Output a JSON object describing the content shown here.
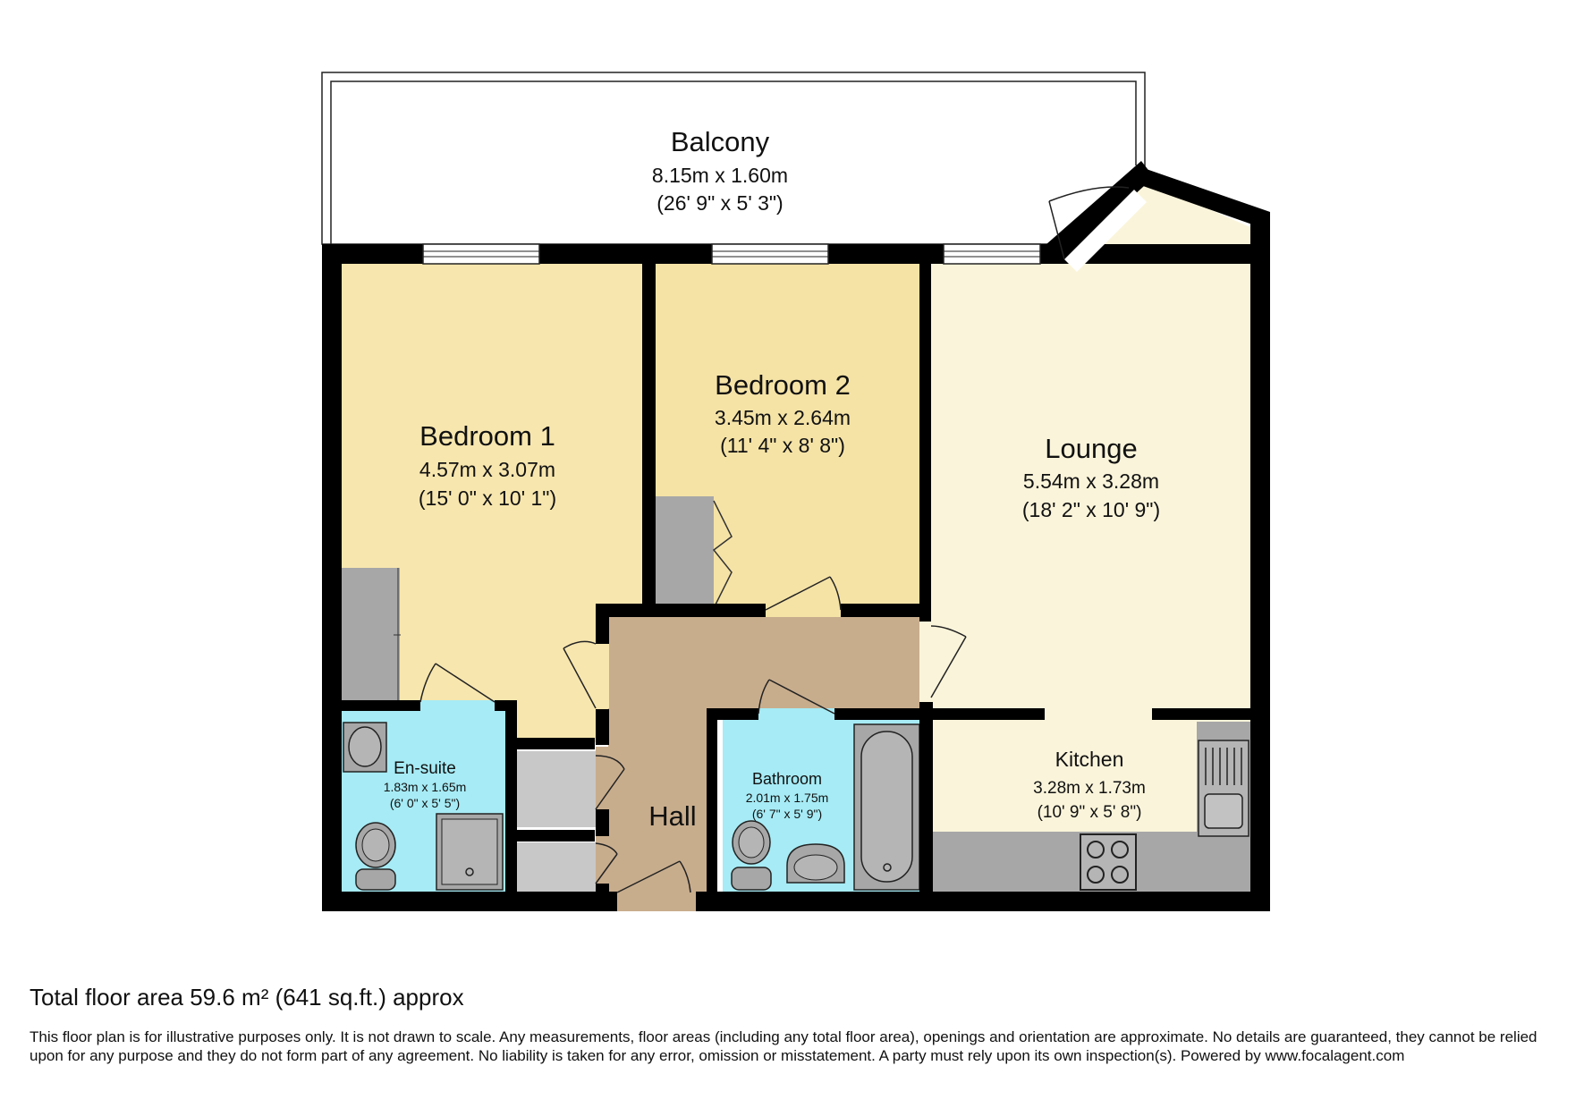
{
  "rooms": {
    "balcony": {
      "name": "Balcony",
      "metric": "8.15m x 1.60m",
      "imperial": "(26' 9\" x 5' 3\")"
    },
    "bedroom1": {
      "name": "Bedroom 1",
      "metric": "4.57m x 3.07m",
      "imperial": "(15' 0\" x 10' 1\")"
    },
    "bedroom2": {
      "name": "Bedroom 2",
      "metric": "3.45m x 2.64m",
      "imperial": "(11' 4\" x 8' 8\")"
    },
    "lounge": {
      "name": "Lounge",
      "metric": "5.54m x 3.28m",
      "imperial": "(18' 2\" x 10' 9\")"
    },
    "kitchen": {
      "name": "Kitchen",
      "metric": "3.28m x 1.73m",
      "imperial": "(10' 9\" x 5' 8\")"
    },
    "ensuite": {
      "name": "En-suite",
      "metric": "1.83m x 1.65m",
      "imperial": "(6' 0\" x 5' 5\")"
    },
    "bathroom": {
      "name": "Bathroom",
      "metric": "2.01m x 1.75m",
      "imperial": "(6' 7\" x 5' 9\")"
    },
    "hall": {
      "name": "Hall"
    }
  },
  "footer": {
    "total_area": "Total floor area 59.6 m² (641 sq.ft.) approx",
    "disclaimer": "This floor plan is for illustrative purposes only. It is not drawn to scale. Any measurements, floor areas (including any total floor area), openings and orientation are approximate. No details are guaranteed, they cannot be relied upon for any purpose and they do not form part of any agreement. No liability is taken for any error, omission or misstatement. A party must rely upon its own inspection(s). Powered by www.focalagent.com"
  },
  "colors": {
    "wall": "#000000",
    "bedroom": "#f7e6ae",
    "bedroom_alt": "#f5e3a6",
    "lounge": "#faf4da",
    "hall": "#c8ad8d",
    "wet_room": "#a6ebf5",
    "fixture": "#a7a7a7",
    "storage": "#c8c8c8"
  }
}
